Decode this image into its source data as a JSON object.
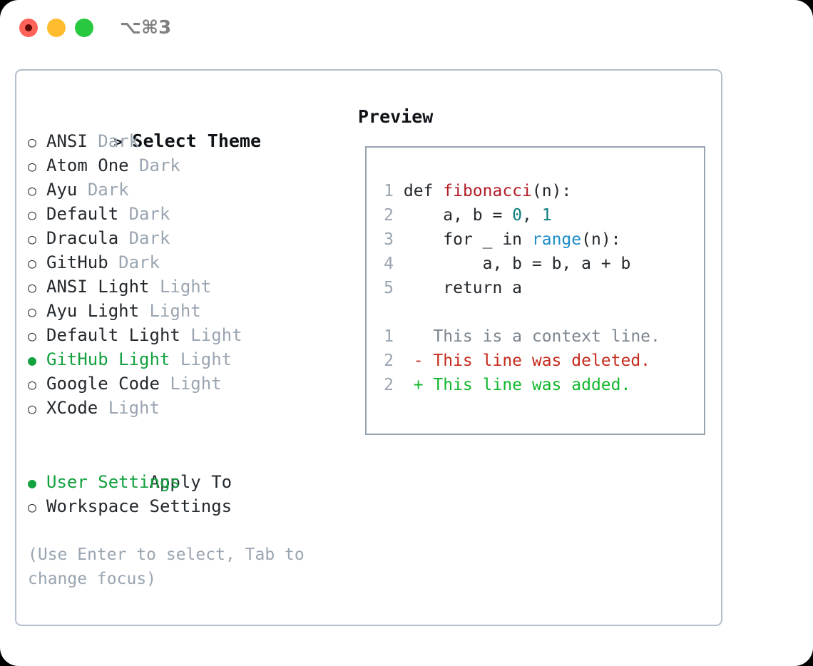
{
  "window": {
    "shortcut": "⌥⌘3",
    "traffic_lights": [
      {
        "name": "close",
        "color": "#ff6259"
      },
      {
        "name": "minimize",
        "color": "#ffbd2e"
      },
      {
        "name": "maximize",
        "color": "#28c840"
      }
    ]
  },
  "colors": {
    "accent_green": "#12a13e",
    "muted": "#9aa5b1",
    "text": "#24292e",
    "border": "#b5bfcc",
    "preview_border": "#99a4b3",
    "diff_add": "#12b72e",
    "diff_del": "#c42b1c",
    "code_func": "#b31d28",
    "code_num": "#0b7d7d",
    "code_builtin": "#1a8cc8"
  },
  "theme_list": {
    "header": "Select Theme",
    "header_caret": ">",
    "bullet_selected": "●",
    "bullet_unselected": "○",
    "items": [
      {
        "name": "ANSI",
        "tag": "Dark",
        "selected": false
      },
      {
        "name": "Atom One",
        "tag": "Dark",
        "selected": false
      },
      {
        "name": "Ayu",
        "tag": "Dark",
        "selected": false
      },
      {
        "name": "Default",
        "tag": "Dark",
        "selected": false
      },
      {
        "name": "Dracula",
        "tag": "Dark",
        "selected": false
      },
      {
        "name": "GitHub",
        "tag": "Dark",
        "selected": false
      },
      {
        "name": "ANSI Light",
        "tag": "Light",
        "selected": false
      },
      {
        "name": "Ayu Light",
        "tag": "Light",
        "selected": false
      },
      {
        "name": "Default Light",
        "tag": "Light",
        "selected": false
      },
      {
        "name": "GitHub Light",
        "tag": "Light",
        "selected": true
      },
      {
        "name": "Google Code",
        "tag": "Light",
        "selected": false
      },
      {
        "name": "XCode",
        "tag": "Light",
        "selected": false
      }
    ]
  },
  "apply_to": {
    "header": "Apply To",
    "items": [
      {
        "label": "User Settings",
        "selected": true
      },
      {
        "label": "Workspace Settings",
        "selected": false
      }
    ]
  },
  "hint": "(Use Enter to select, Tab to change focus)",
  "preview": {
    "heading": "Preview",
    "code_lines": [
      {
        "num": "1",
        "tokens": [
          {
            "text": "def ",
            "kind": "plain"
          },
          {
            "text": "fibonacci",
            "kind": "func"
          },
          {
            "text": "(n):",
            "kind": "plain"
          }
        ]
      },
      {
        "num": "2",
        "tokens": [
          {
            "text": "    a, b = ",
            "kind": "plain"
          },
          {
            "text": "0",
            "kind": "num"
          },
          {
            "text": ", ",
            "kind": "plain"
          },
          {
            "text": "1",
            "kind": "num"
          }
        ]
      },
      {
        "num": "3",
        "tokens": [
          {
            "text": "    for _ in ",
            "kind": "plain"
          },
          {
            "text": "range",
            "kind": "builtin"
          },
          {
            "text": "(n):",
            "kind": "plain"
          }
        ]
      },
      {
        "num": "4",
        "tokens": [
          {
            "text": "        a, b = b, a + b",
            "kind": "plain"
          }
        ]
      },
      {
        "num": "5",
        "tokens": [
          {
            "text": "    return a",
            "kind": "plain"
          }
        ]
      }
    ],
    "diff_lines": [
      {
        "num": "1",
        "marker": " ",
        "text": "This is a context line.",
        "kind": "ctx"
      },
      {
        "num": "2",
        "marker": "-",
        "text": "This line was deleted.",
        "kind": "del"
      },
      {
        "num": "2",
        "marker": "+",
        "text": "This line was added.",
        "kind": "add"
      }
    ]
  }
}
